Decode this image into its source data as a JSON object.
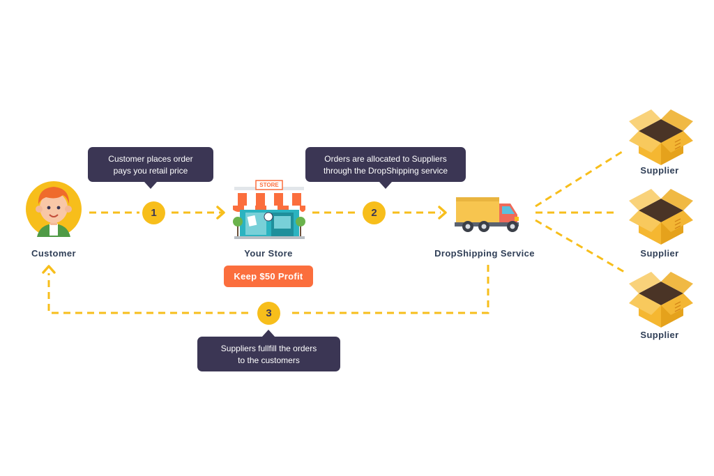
{
  "nodes": {
    "customer": {
      "label": "Customer"
    },
    "store": {
      "label": "Your Store",
      "sign": "STORE",
      "profit_badge": "Keep $50 Profit"
    },
    "dropshipping": {
      "label": "DropShipping Service"
    },
    "suppliers": [
      {
        "label": "Supplier"
      },
      {
        "label": "Supplier"
      },
      {
        "label": "Supplier"
      }
    ]
  },
  "steps": [
    {
      "number": "1",
      "text_lines": [
        "Customer places order",
        "pays you retail price"
      ]
    },
    {
      "number": "2",
      "text_lines": [
        "Orders are allocated to Suppliers",
        "through the DropShipping service"
      ]
    },
    {
      "number": "3",
      "text_lines": [
        "Suppliers fullfill the orders",
        "to the customers"
      ]
    }
  ],
  "colors": {
    "connector": "#f7be1b",
    "bubble": "#3b3654",
    "profit_badge": "#fb6e3d",
    "label_text": "#2f3e56",
    "box": "#f5b731",
    "truck_body": "#f7c54f",
    "truck_cab": "#ef6a5a"
  }
}
